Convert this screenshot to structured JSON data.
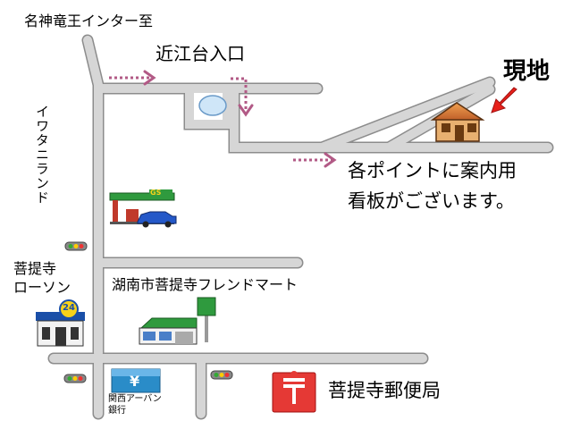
{
  "map": {
    "direction_top": "名神竜王インター至",
    "entrance_label": "近江台入口",
    "current_location": "現地",
    "road_label_vertical": "イワタニランド",
    "signboard_note_line1": "各ポイントに案内用",
    "signboard_note_line2": "看板がございます。",
    "gas_station_sign": "GS",
    "store_lawson_line1": "菩提寺",
    "store_lawson_line2": "ローソン",
    "lawson_badge": "24",
    "friend_mart_label": "湖南市菩提寺フレンドマート",
    "bank_label_line1": "関西アーバン",
    "bank_label_line2": "銀行",
    "bank_symbol": "¥",
    "post_office_label": "菩提寺郵便局",
    "icons": [
      "house-icon",
      "gas-station-icon",
      "car-icon",
      "convenience-store-icon",
      "supermarket-icon",
      "bank-icon",
      "post-office-icon",
      "traffic-light-icon",
      "pond-icon",
      "arrow-icon"
    ],
    "colors": {
      "road_fill": "#d6d6d6",
      "road_edge": "#8c8c8c",
      "route_arrow": "#b25a86",
      "location_arrow": "#e8201a",
      "post_office_red": "#e53935"
    }
  }
}
